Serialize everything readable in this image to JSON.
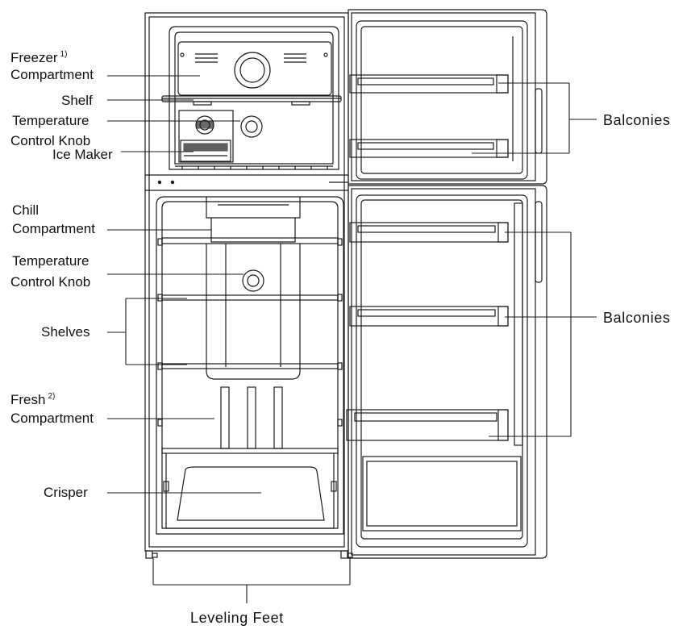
{
  "labels": {
    "freezer": "Freezer",
    "freezer_note": "1)",
    "freezer_compartment": "Compartment",
    "shelf": "Shelf",
    "temperature_1": "Temperature",
    "control_knob_1": "Control Knob",
    "ice_maker": "Ice Maker",
    "chill": "Chill",
    "chill_compartment": "Compartment",
    "temperature_2": "Temperature",
    "control_knob_2": "Control Knob",
    "shelves": "Shelves",
    "fresh": "Fresh",
    "fresh_note": "2)",
    "fresh_compartment": "Compartment",
    "crisper": "Crisper",
    "balconies_top": "Balconies",
    "balconies_bottom": "Balconies",
    "leveling_feet": "Leveling Feet"
  },
  "colors": {
    "line": "#1a1a1a",
    "background": "#ffffff"
  }
}
